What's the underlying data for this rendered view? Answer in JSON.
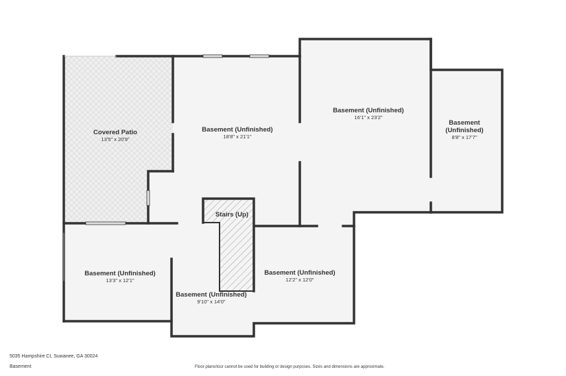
{
  "colors": {
    "wall": "#333333",
    "floor": "#f4f4f4",
    "patio_fill": "#efefef",
    "window": "#e0e0e0",
    "text": "#333333"
  },
  "rooms": [
    {
      "id": "covered-patio",
      "name": "Covered Patio",
      "dims": "13'5\" x 20'9\""
    },
    {
      "id": "basement-main",
      "name": "Basement (Unfinished)",
      "dims": "18'8\" x 21'1\""
    },
    {
      "id": "basement-upper-right",
      "name": "Basement (Unfinished)",
      "dims": "16'1\" x 23'2\""
    },
    {
      "id": "basement-far-right",
      "name_lines": [
        "Basement",
        "(Unfinished)"
      ],
      "dims": "8'8\" x 17'7\""
    },
    {
      "id": "stairs",
      "name": "Stairs (Up)"
    },
    {
      "id": "basement-lower-left",
      "name": "Basement (Unfinished)",
      "dims": "13'3\" x 12'1\""
    },
    {
      "id": "basement-lower-center",
      "name": "Basement (Unfinished)",
      "dims": "9'10\" x 14'0\""
    },
    {
      "id": "basement-lower-right",
      "name": "Basement (Unfinished)",
      "dims": "12'2\" x 12'0\""
    }
  ],
  "footer": {
    "address": "5035 Hampshire Ct, Suwanee, GA 30024",
    "level": "Basement",
    "disclaimer": "Floor plans/tour cannot be used for building or design purposes. Sizes and dimensions are approximate."
  }
}
